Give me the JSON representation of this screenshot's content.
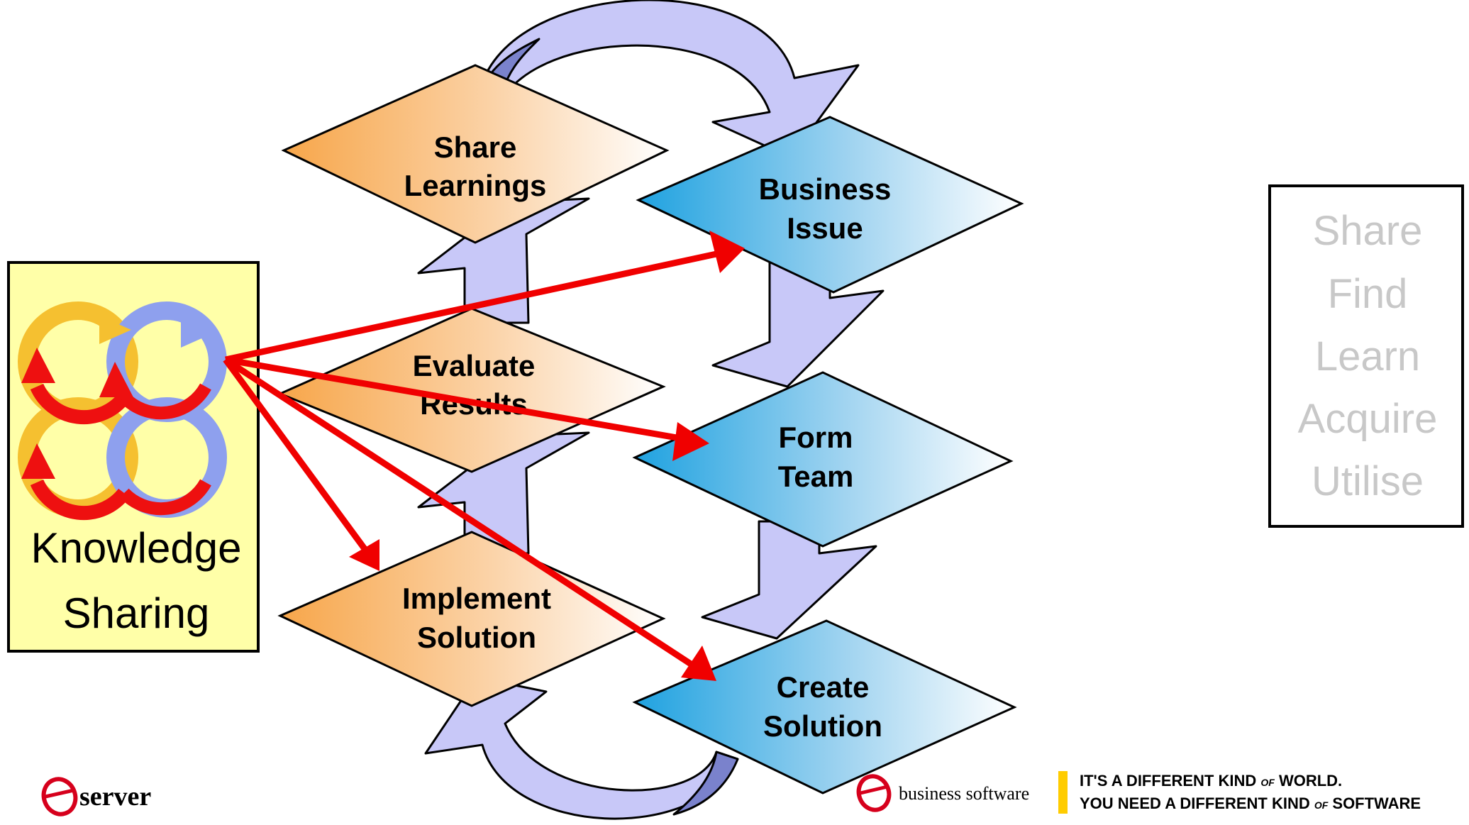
{
  "steps": {
    "share_learnings": [
      "Share",
      "Learnings"
    ],
    "business_issue": [
      "Business",
      "Issue"
    ],
    "evaluate_results": [
      "Evaluate",
      "Results"
    ],
    "form_team": [
      "Form",
      "Team"
    ],
    "implement_solution": [
      "Implement",
      "Solution"
    ],
    "create_solution": [
      "Create",
      "Solution"
    ]
  },
  "knowledge_box": {
    "line1": "Knowledge",
    "line2": "Sharing"
  },
  "keywords": [
    "Share",
    "Find",
    "Learn",
    "Acquire",
    "Utilise"
  ],
  "footer": {
    "eserver": "server",
    "ebusiness": "business software",
    "tagline1": {
      "a": "IT'S A DIFFERENT KIND ",
      "b": "OF",
      "c": " WORLD."
    },
    "tagline2": {
      "a": "YOU NEED A DIFFERENT KIND ",
      "b": "OF",
      "c": " SOFTWARE"
    }
  },
  "colors": {
    "orange": "#f7a64a",
    "blue": "#1fa2e0",
    "arrow_fill": "#c8c8f8",
    "arrow_dark": "#7a82cc",
    "red_arrow": "#f00000",
    "box_fill": "#ffffa8",
    "accent_red": "#d6001c",
    "accent_yellow": "#ffcc00"
  }
}
